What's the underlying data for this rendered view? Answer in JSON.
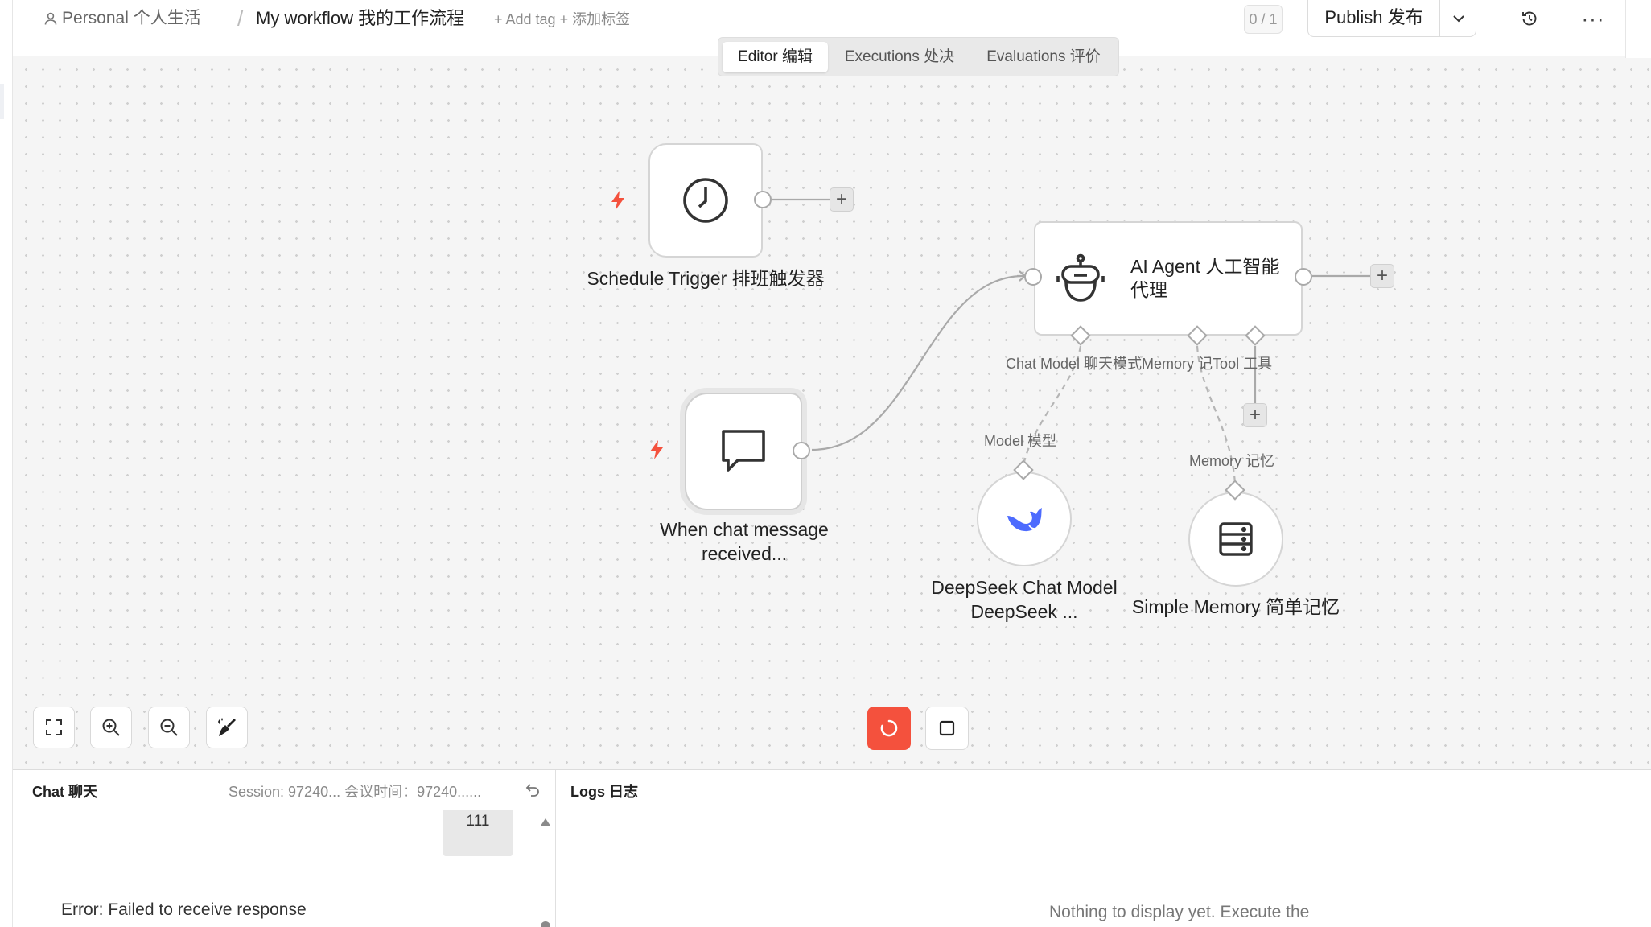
{
  "header": {
    "personal": "Personal  个人生活",
    "separator": "/",
    "workflow_name": "My workflow  我的工作流程",
    "add_tag": "+ Add tag  + 添加标签",
    "counter": "0 / 1",
    "publish": "Publish  发布",
    "more": "···"
  },
  "tabs": [
    {
      "label": "Editor  编辑",
      "active": true
    },
    {
      "label": "Executions  处决",
      "active": false
    },
    {
      "label": "Evaluations  评价",
      "active": false
    }
  ],
  "nodes": {
    "schedule": {
      "label": "Schedule Trigger  排班触发器",
      "icon": "clock-icon"
    },
    "chat_trigger": {
      "label": "When chat message received...",
      "icon": "chat-bubble-icon"
    },
    "agent": {
      "label": "AI Agent  人工智能代理",
      "icon": "robot-icon"
    },
    "deepseek": {
      "label": "DeepSeek Chat Model  DeepSeek ...",
      "icon": "deepseek-whale-icon"
    },
    "memory": {
      "label": "Simple Memory  简单记忆",
      "icon": "database-icon"
    }
  },
  "connections": {
    "agent_inputs": "Chat Model  聊天模式Memory  记Tool  工具",
    "model": "Model  模型",
    "memory": "Memory  记忆"
  },
  "panel": {
    "chat_title": "Chat  聊天",
    "session": "Session: 97240...   会议时间：97240......",
    "user_message": "111",
    "error": "Error: Failed to receive response",
    "logs_title": "Logs  日志",
    "logs_empty": "Nothing to display yet. Execute the"
  },
  "colors": {
    "accent": "#f4513d",
    "bolt": "#f4513d",
    "deepseek": "#4d6bfe",
    "canvas": "#f5f5f5"
  }
}
